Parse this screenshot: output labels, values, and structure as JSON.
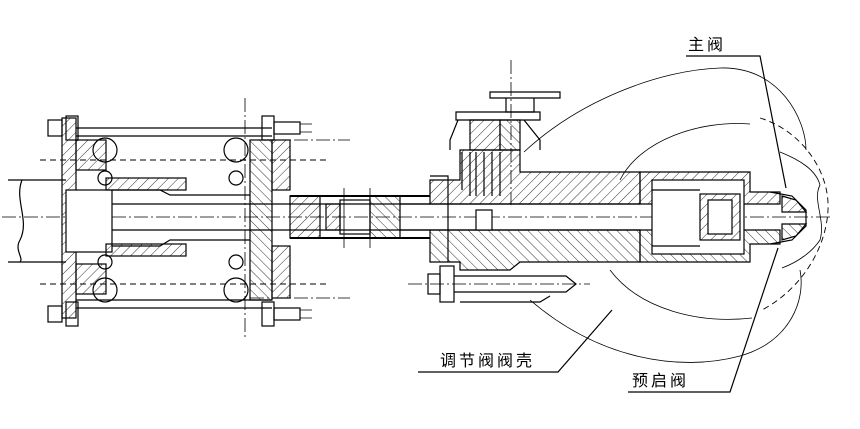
{
  "labels": {
    "main_valve": "主阀",
    "regulating_valve_body": "调节阀阀壳",
    "pre_opening_valve": "预启阀"
  }
}
